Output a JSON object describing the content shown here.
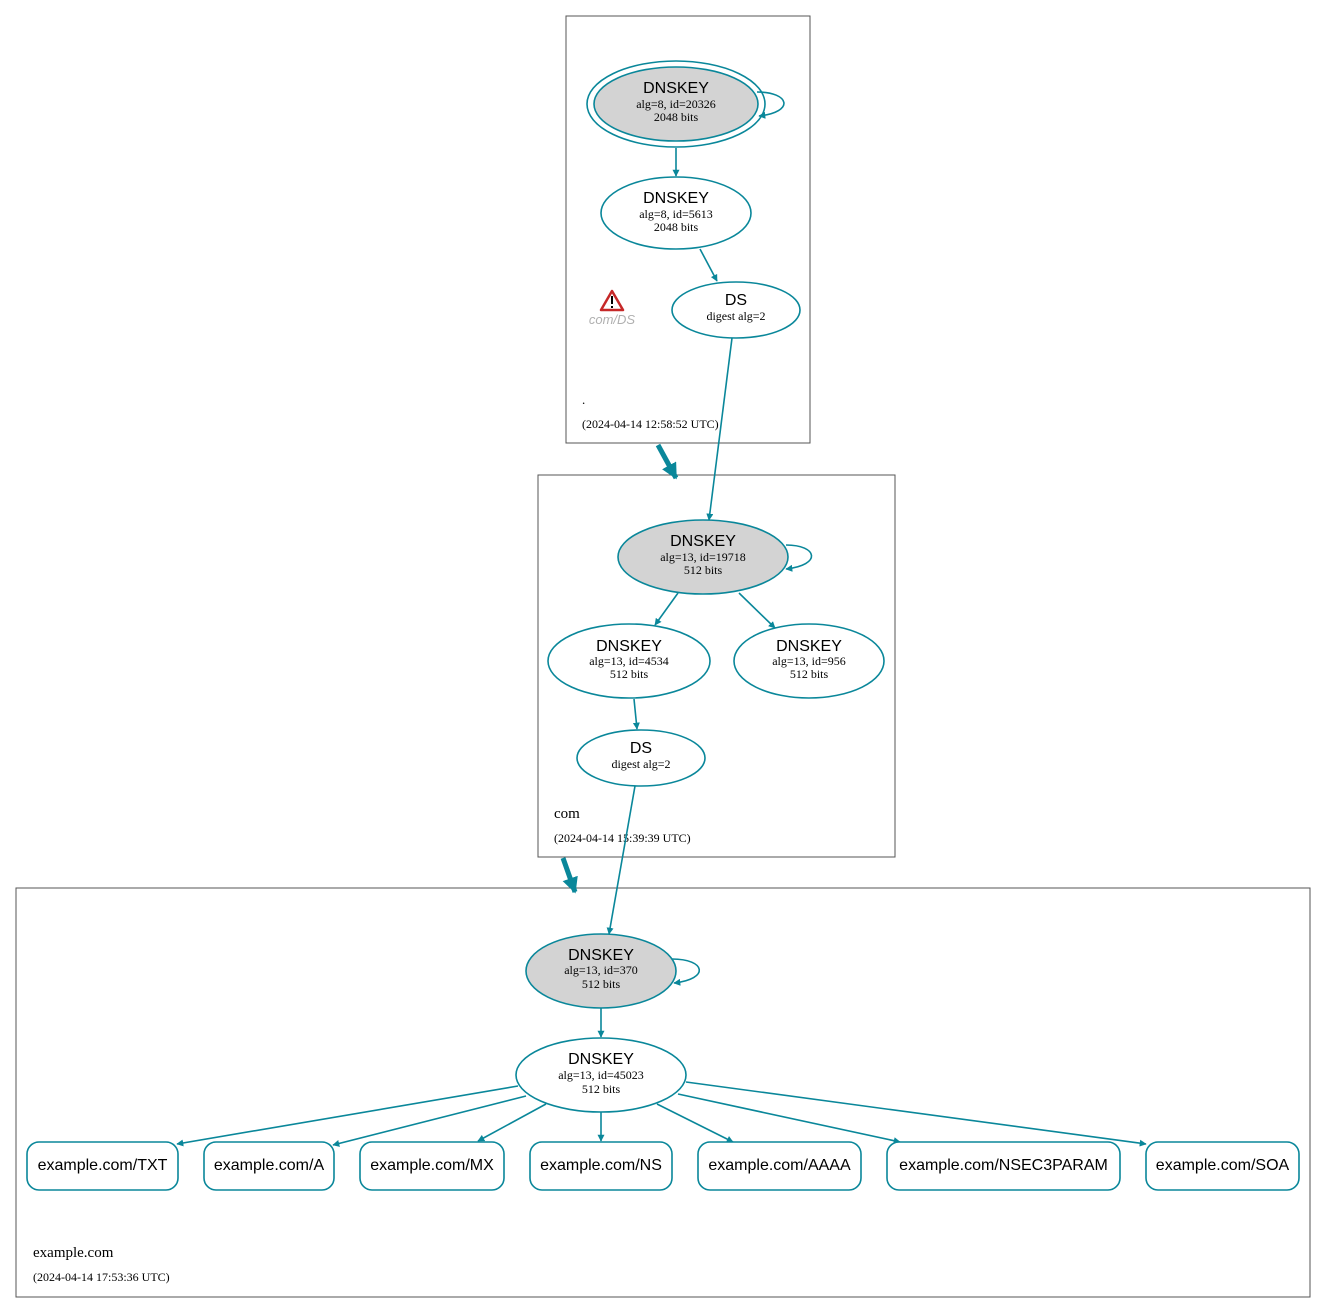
{
  "zones": {
    "root": {
      "name": ".",
      "timestamp": "(2024-04-14 12:58:52 UTC)"
    },
    "com": {
      "name": "com",
      "timestamp": "(2024-04-14 15:39:39 UTC)"
    },
    "example": {
      "name": "example.com",
      "timestamp": "(2024-04-14 17:53:36 UTC)"
    }
  },
  "nodes": {
    "root_ksk": {
      "title": "DNSKEY",
      "line1": "alg=8, id=20326",
      "line2": "2048 bits"
    },
    "root_zsk": {
      "title": "DNSKEY",
      "line1": "alg=8, id=5613",
      "line2": "2048 bits"
    },
    "root_ds": {
      "title": "DS",
      "line1": "digest alg=2"
    },
    "root_warning": {
      "label": "com/DS",
      "icon": "warning-icon"
    },
    "com_ksk": {
      "title": "DNSKEY",
      "line1": "alg=13, id=19718",
      "line2": "512 bits"
    },
    "com_zsk1": {
      "title": "DNSKEY",
      "line1": "alg=13, id=4534",
      "line2": "512 bits"
    },
    "com_zsk2": {
      "title": "DNSKEY",
      "line1": "alg=13, id=956",
      "line2": "512 bits"
    },
    "com_ds": {
      "title": "DS",
      "line1": "digest alg=2"
    },
    "ex_ksk": {
      "title": "DNSKEY",
      "line1": "alg=13, id=370",
      "line2": "512 bits"
    },
    "ex_zsk": {
      "title": "DNSKEY",
      "line1": "alg=13, id=45023",
      "line2": "512 bits"
    }
  },
  "records": [
    "example.com/TXT",
    "example.com/A",
    "example.com/MX",
    "example.com/NS",
    "example.com/AAAA",
    "example.com/NSEC3PARAM",
    "example.com/SOA"
  ],
  "colors": {
    "edge": "#0a879a",
    "ksk_fill": "#d3d3d3",
    "border": "#555555",
    "warning_label": "#b0b0b0",
    "warning_icon": "#c62828"
  }
}
